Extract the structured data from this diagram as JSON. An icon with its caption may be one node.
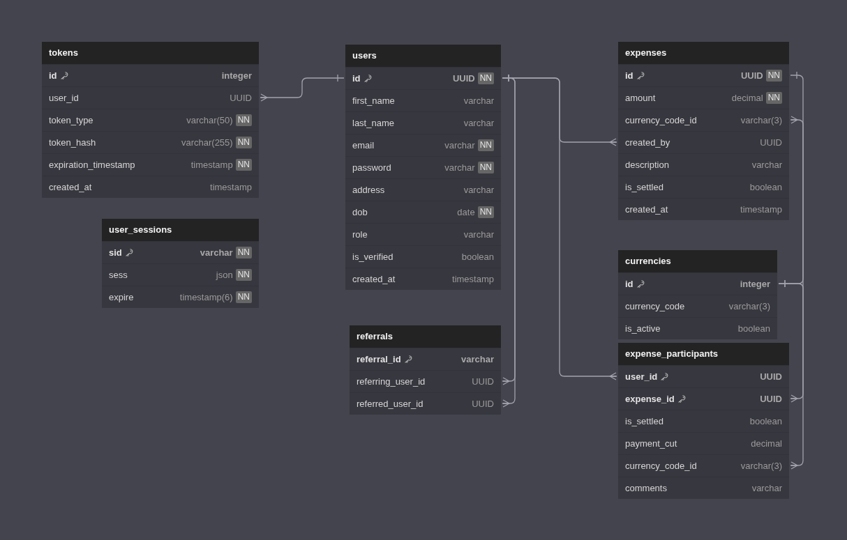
{
  "diagram": {
    "nodes": [
      {
        "text": [
          "tokens"
        ]
      },
      {
        "text": [
          "id",
          "integer"
        ],
        "in": 0
      },
      {
        "text": [
          "user_id",
          "UUID"
        ],
        "in": 0
      },
      {
        "text": [
          "token_type",
          "varchar(50)",
          "NN"
        ],
        "in": 0
      },
      {
        "text": [
          "token_hash",
          "varchar(255)",
          "NN"
        ],
        "in": 0
      },
      {
        "text": [
          "expiration_timestamp",
          "timestamp",
          "NN"
        ],
        "in": 0
      },
      {
        "text": [
          "created_at",
          "timestamp"
        ],
        "in": 0
      },
      {
        "text": [
          "users"
        ]
      },
      {
        "text": [
          "id",
          "UUID",
          "NN"
        ],
        "in": 7
      },
      {
        "text": [
          "first_name",
          "varchar"
        ],
        "in": 7
      },
      {
        "text": [
          "last_name",
          "varchar"
        ],
        "in": 7
      },
      {
        "text": [
          "email",
          "varchar",
          "NN"
        ],
        "in": 7
      },
      {
        "text": [
          "password",
          "varchar",
          "NN"
        ],
        "in": 7
      },
      {
        "text": [
          "address",
          "varchar"
        ],
        "in": 7
      },
      {
        "text": [
          "dob",
          "date",
          "NN"
        ],
        "in": 7
      },
      {
        "text": [
          "role",
          "varchar"
        ],
        "in": 7
      },
      {
        "text": [
          "is_verified",
          "boolean"
        ],
        "in": 7
      },
      {
        "text": [
          "created_at",
          "timestamp"
        ],
        "in": 7
      },
      {
        "text": [
          "expenses"
        ]
      },
      {
        "text": [
          "id",
          "UUID",
          "NN"
        ],
        "in": 18
      },
      {
        "text": [
          "amount",
          "decimal",
          "NN"
        ],
        "in": 18
      },
      {
        "text": [
          "currency_code_id",
          "varchar(3)"
        ],
        "in": 18
      },
      {
        "text": [
          "created_by",
          "UUID"
        ],
        "in": 18
      },
      {
        "text": [
          "description",
          "varchar"
        ],
        "in": 18
      },
      {
        "text": [
          "is_settled",
          "boolean"
        ],
        "in": 18
      },
      {
        "text": [
          "created_at",
          "timestamp"
        ],
        "in": 18
      },
      {
        "text": [
          "user_sessions"
        ]
      },
      {
        "text": [
          "sid",
          "varchar",
          "NN"
        ],
        "in": 26
      },
      {
        "text": [
          "sess",
          "json",
          "NN"
        ],
        "in": 26
      },
      {
        "text": [
          "expire",
          "timestamp(6)",
          "NN"
        ],
        "in": 26
      },
      {
        "text": [
          "currencies"
        ]
      },
      {
        "text": [
          "id",
          "integer"
        ],
        "in": 30
      },
      {
        "text": [
          "currency_code",
          "varchar(3)"
        ],
        "in": 30
      },
      {
        "text": [
          "is_active",
          "boolean"
        ],
        "in": 30
      },
      {
        "text": [
          "referrals"
        ]
      },
      {
        "text": [
          "referral_id",
          "varchar"
        ],
        "in": 34
      },
      {
        "text": [
          "referring_user_id",
          "UUID"
        ],
        "in": 34
      },
      {
        "text": [
          "referred_user_id",
          "UUID"
        ],
        "in": 34
      },
      {
        "text": [
          "expense_participants"
        ]
      },
      {
        "text": [
          "user_id",
          "UUID"
        ],
        "in": 38
      },
      {
        "text": [
          "expense_id",
          "UUID"
        ],
        "in": 38
      },
      {
        "text": [
          "is_settled",
          "boolean"
        ],
        "in": 38
      },
      {
        "text": [
          "payment_cut",
          "decimal"
        ],
        "in": 38
      },
      {
        "text": [
          "currency_code_id",
          "varchar(3)"
        ],
        "in": 38
      },
      {
        "text": [
          "comments",
          "varchar"
        ],
        "in": 38
      }
    ],
    "edges": [
      {
        "from": 2,
        "to": 8,
        "arrow": "other"
      },
      {
        "from": 22,
        "to": 8,
        "arrow": "other"
      },
      {
        "from": 36,
        "to": 8,
        "arrow": "other"
      },
      {
        "from": 37,
        "to": 8,
        "arrow": "other"
      },
      {
        "from": 39,
        "to": 8,
        "arrow": "other"
      },
      {
        "from": 21,
        "to": 31,
        "arrow": "other"
      },
      {
        "from": 40,
        "to": 19,
        "arrow": "other"
      },
      {
        "from": 43,
        "to": 31,
        "arrow": "other"
      }
    ]
  }
}
